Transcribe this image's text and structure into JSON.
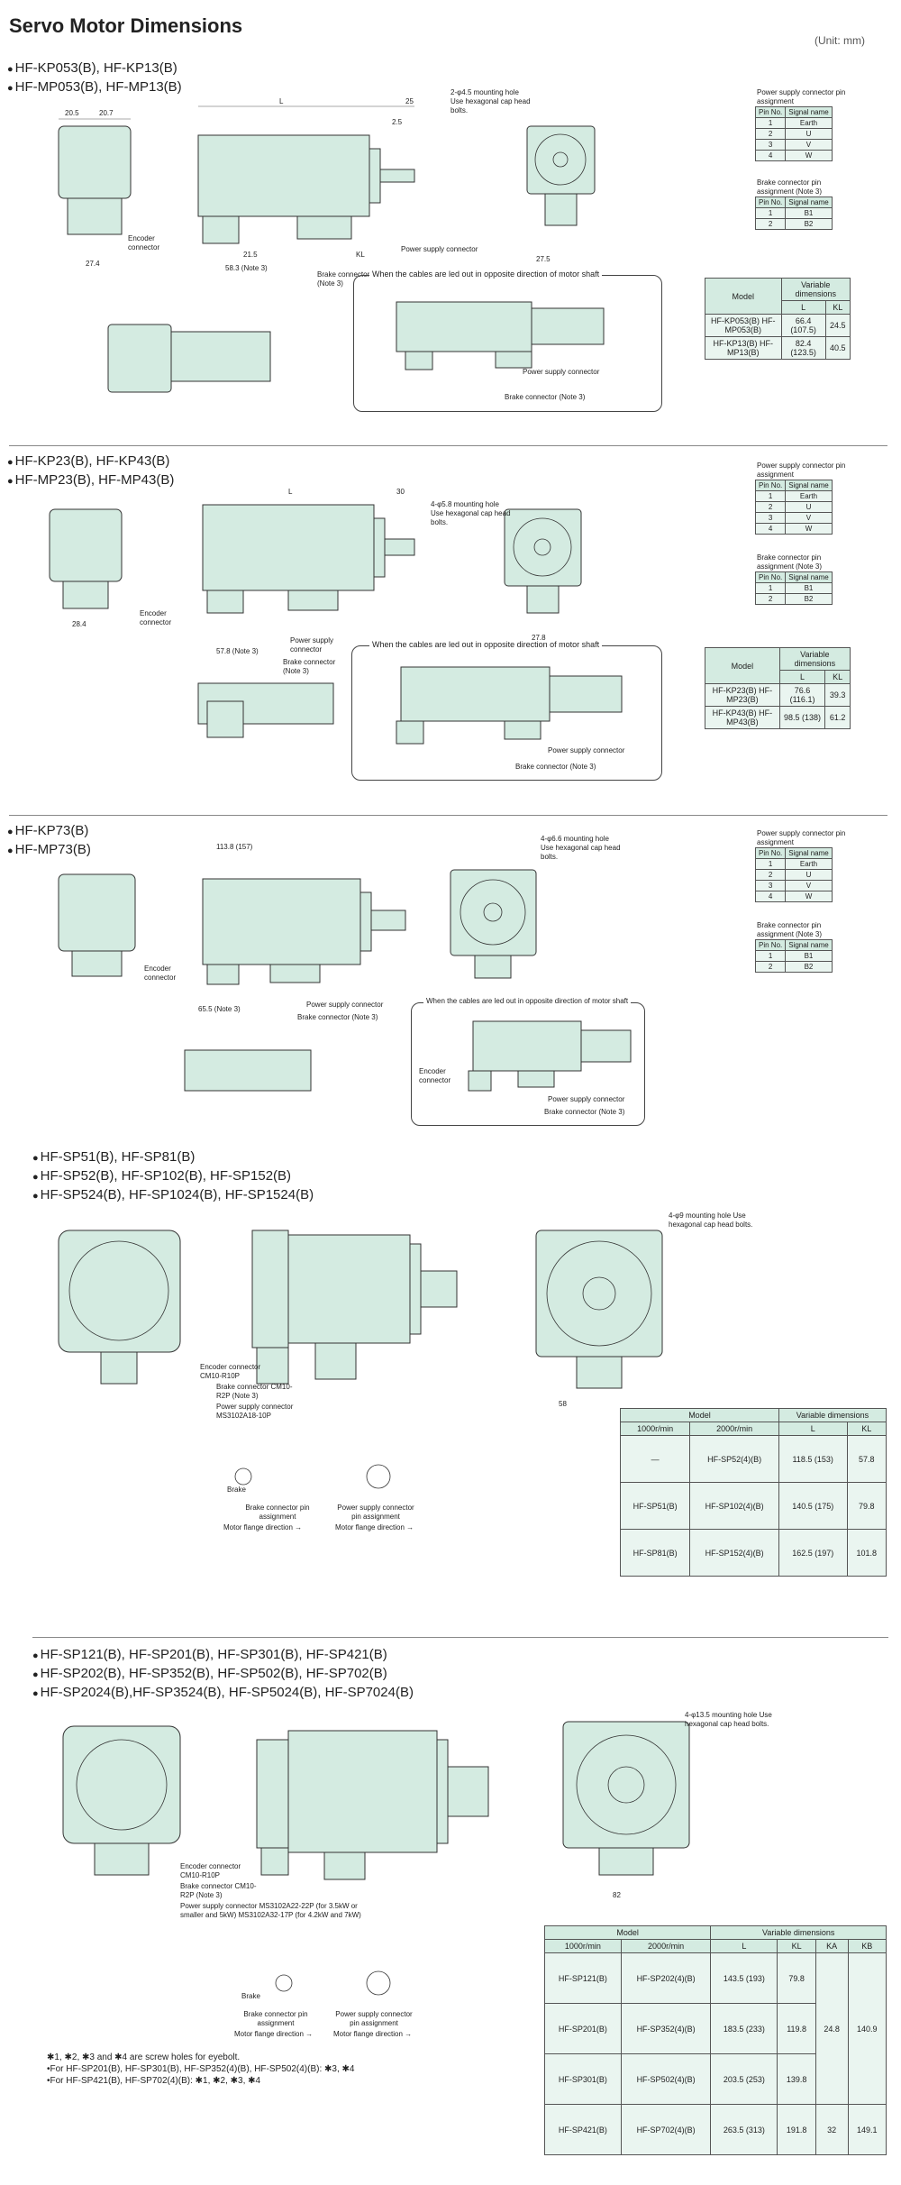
{
  "header": {
    "title": "Servo Motor Dimensions",
    "unit": "(Unit: mm)"
  },
  "common": {
    "encoder_connector": "Encoder connector",
    "power_connector": "Power supply connector",
    "brake_connector": "Brake connector (Note 3)",
    "note3": "(Note 3)",
    "opposite": "When the cables are led out in opposite direction of motor shaft",
    "pin_power_caption": "Power supply connector pin assignment",
    "pin_brake_caption": "Brake connector pin assignment (Note 3)",
    "pin_no": "Pin No.",
    "signal_name": "Signal name",
    "model": "Model",
    "variable_dimensions": "Variable dimensions"
  },
  "sec1": {
    "models": [
      "HF-KP053(B), HF-KP13(B)",
      "HF-MP053(B), HF-MP13(B)"
    ],
    "mount": "2-φ4.5 mounting hole Use hexagonal cap head bolts.",
    "power_pins": [
      [
        "1",
        "Earth"
      ],
      [
        "2",
        "U"
      ],
      [
        "3",
        "V"
      ],
      [
        "4",
        "W"
      ]
    ],
    "brake_pins": [
      [
        "1",
        "B1"
      ],
      [
        "2",
        "B2"
      ]
    ],
    "table_head": [
      "L",
      "KL"
    ],
    "rows": [
      {
        "model": "HF-KP053(B) HF-MP053(B)",
        "l": "66.4 (107.5)",
        "kl": "24.5"
      },
      {
        "model": "HF-KP13(B) HF-MP13(B)",
        "l": "82.4 (123.5)",
        "kl": "40.5"
      }
    ]
  },
  "sec2": {
    "models": [
      "HF-KP23(B), HF-KP43(B)",
      "HF-MP23(B), HF-MP43(B)"
    ],
    "mount": "4-φ5.8 mounting hole Use hexagonal cap head bolts.",
    "power_pins": [
      [
        "1",
        "Earth"
      ],
      [
        "2",
        "U"
      ],
      [
        "3",
        "V"
      ],
      [
        "4",
        "W"
      ]
    ],
    "brake_pins": [
      [
        "1",
        "B1"
      ],
      [
        "2",
        "B2"
      ]
    ],
    "table_head": [
      "L",
      "KL"
    ],
    "rows": [
      {
        "model": "HF-KP23(B) HF-MP23(B)",
        "l": "76.6 (116.1)",
        "kl": "39.3"
      },
      {
        "model": "HF-KP43(B) HF-MP43(B)",
        "l": "98.5 (138)",
        "kl": "61.2"
      }
    ]
  },
  "sec3": {
    "models": [
      "HF-KP73(B)",
      "HF-MP73(B)"
    ],
    "mount": "4-φ6.6 mounting hole Use hexagonal cap head bolts.",
    "length": "113.8 (157)",
    "power_pins": [
      [
        "1",
        "Earth"
      ],
      [
        "2",
        "U"
      ],
      [
        "3",
        "V"
      ],
      [
        "4",
        "W"
      ]
    ],
    "brake_pins": [
      [
        "1",
        "B1"
      ],
      [
        "2",
        "B2"
      ]
    ]
  },
  "sec4": {
    "models": [
      "HF-SP51(B), HF-SP81(B)",
      "HF-SP52(B), HF-SP102(B), HF-SP152(B)",
      "HF-SP524(B), HF-SP1024(B), HF-SP1524(B)"
    ],
    "mount": "4-φ9 mounting hole Use hexagonal cap head bolts.",
    "encoder": "Encoder connector CM10-R10P",
    "brake": "Brake connector CM10-R2P (Note 3)",
    "power": "Power supply connector MS3102A18-10P",
    "brake_pin_caption": "Brake connector pin assignment",
    "power_pin_caption": "Power supply connector pin assignment",
    "flange": "Motor flange direction →",
    "brake_label": "Brake",
    "table_head": [
      "1000r/min",
      "2000r/min",
      "L",
      "KL"
    ],
    "rows": [
      {
        "a": "—",
        "b": "HF-SP52(4)(B)",
        "l": "118.5 (153)",
        "kl": "57.8"
      },
      {
        "a": "HF-SP51(B)",
        "b": "HF-SP102(4)(B)",
        "l": "140.5 (175)",
        "kl": "79.8"
      },
      {
        "a": "HF-SP81(B)",
        "b": "HF-SP152(4)(B)",
        "l": "162.5 (197)",
        "kl": "101.8"
      }
    ]
  },
  "sec5": {
    "models": [
      "HF-SP121(B), HF-SP201(B), HF-SP301(B), HF-SP421(B)",
      "HF-SP202(B), HF-SP352(B), HF-SP502(B), HF-SP702(B)",
      "HF-SP2024(B),HF-SP3524(B), HF-SP5024(B), HF-SP7024(B)"
    ],
    "mount": "4-φ13.5 mounting hole Use hexagonal cap head bolts.",
    "encoder": "Encoder connector CM10-R10P",
    "brake": "Brake connector CM10-R2P (Note 3)",
    "power": "Power supply connector MS3102A22-22P (for 3.5kW or smaller and 5kW) MS3102A32-17P (for 4.2kW and 7kW)",
    "table_head": [
      "1000r/min",
      "2000r/min",
      "L",
      "KL",
      "KA",
      "KB"
    ],
    "rows": [
      {
        "a": "HF-SP121(B)",
        "b": "HF-SP202(4)(B)",
        "l": "143.5 (193)",
        "kl": "79.8"
      },
      {
        "a": "HF-SP201(B)",
        "b": "HF-SP352(4)(B)",
        "l": "183.5 (233)",
        "kl": "119.8"
      },
      {
        "a": "HF-SP301(B)",
        "b": "HF-SP502(4)(B)",
        "l": "203.5 (253)",
        "kl": "139.8"
      },
      {
        "a": "HF-SP421(B)",
        "b": "HF-SP702(4)(B)",
        "l": "263.5 (313)",
        "kl": "191.8"
      }
    ],
    "ka1": "24.8",
    "kb1": "140.9",
    "ka2": "32",
    "kb2": "149.1",
    "notes": [
      "✱1, ✱2, ✱3 and ✱4 are screw holes for eyebolt.",
      "•For HF-SP201(B), HF-SP301(B), HF-SP352(4)(B), HF-SP502(4)(B): ✱3, ✱4",
      "•For HF-SP421(B), HF-SP702(4)(B): ✱1, ✱2, ✱3, ✱4"
    ]
  }
}
